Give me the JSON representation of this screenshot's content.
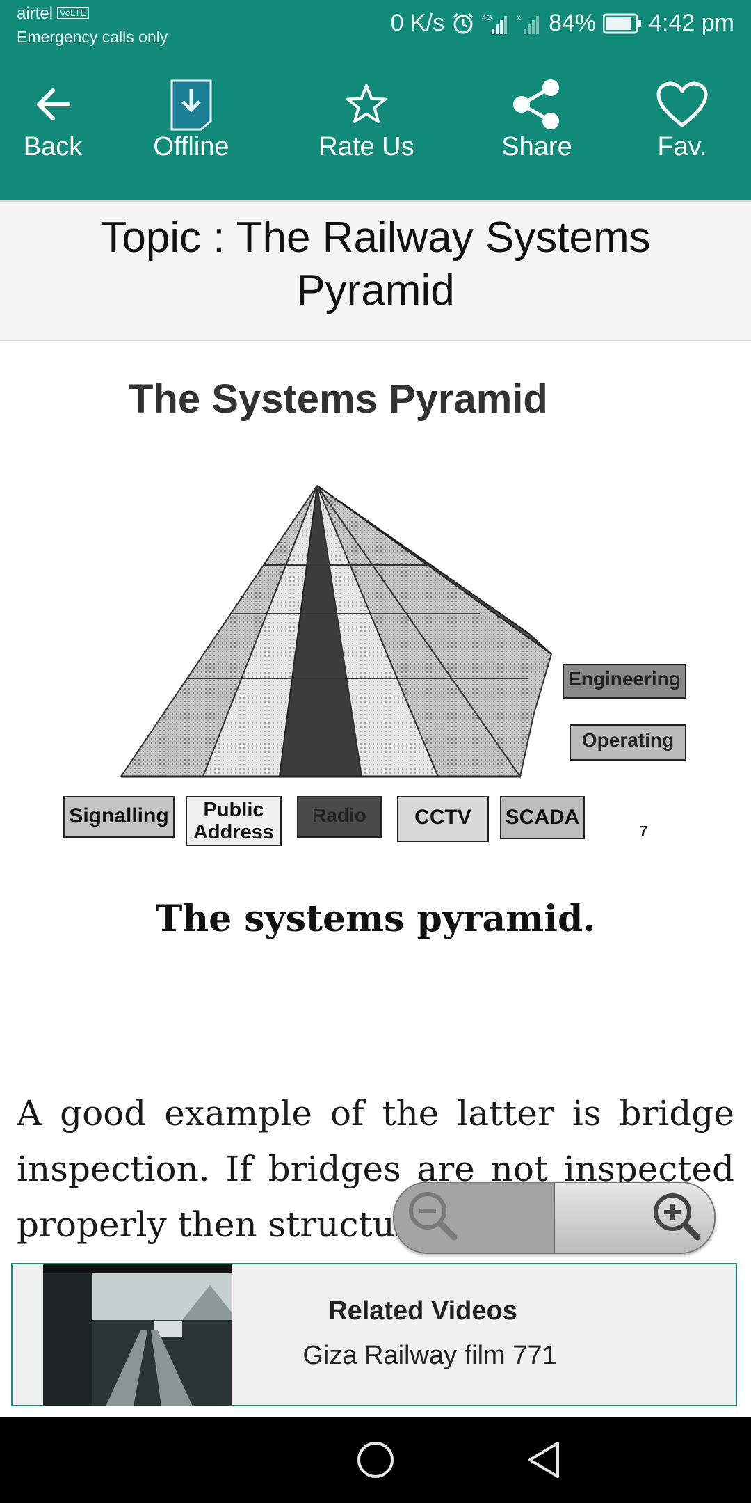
{
  "status_bar": {
    "carrier": "airtel",
    "volte": "VoLTE",
    "emergency": "Emergency calls only",
    "speed": "0 K/s",
    "network": "4G",
    "battery": "84%",
    "time": "4:42 pm"
  },
  "toolbar": {
    "back_label": "Back",
    "offline_label": "Offline",
    "rate_label": "Rate Us",
    "share_label": "Share",
    "fav_label": "Fav."
  },
  "topic": {
    "title": "Topic : The Railway Systems Pyramid"
  },
  "figure": {
    "title": "The Systems Pyramid",
    "side_labels": [
      "Engineering",
      "Operating"
    ],
    "base_labels": [
      "Signalling",
      "Public Address",
      "Radio",
      "CCTV",
      "SCADA"
    ],
    "page_mark": "7"
  },
  "caption": "The systems pyramid.",
  "body_text": "A good example of the latter is bridge inspection. If bridges are not inspected properly then structural",
  "related": {
    "title": "Related Videos",
    "video_name": "Giza Railway film 771"
  },
  "colors": {
    "primary": "#128a79",
    "border": "#1e8a7c"
  }
}
